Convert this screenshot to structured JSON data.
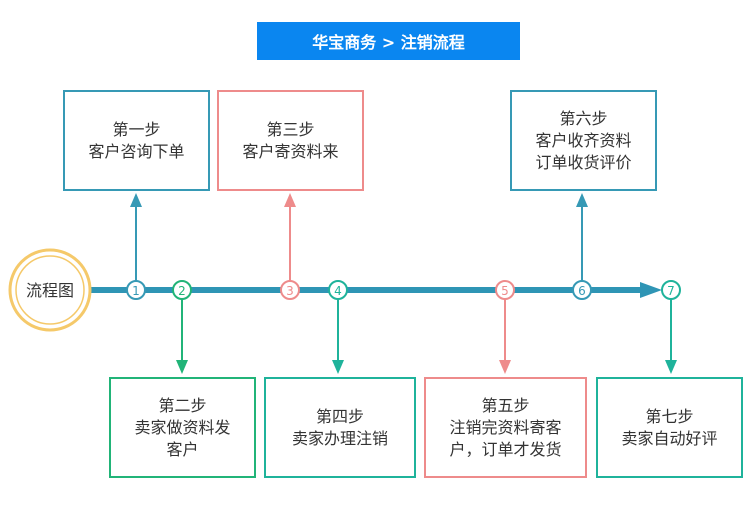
{
  "title": "华宝商务 > 注销流程",
  "start": {
    "label": "流程图"
  },
  "markers": [
    "1",
    "2",
    "3",
    "4",
    "5",
    "6",
    "7"
  ],
  "steps": [
    {
      "title": "第一步",
      "lines": [
        "客户咨询下单"
      ]
    },
    {
      "title": "第二步",
      "lines": [
        "卖家做资料发",
        "客户"
      ]
    },
    {
      "title": "第三步",
      "lines": [
        "客户寄资料来"
      ]
    },
    {
      "title": "第四步",
      "lines": [
        "卖家办理注销"
      ]
    },
    {
      "title": "第五步",
      "lines": [
        "注销完资料寄客",
        "户，订单才发货"
      ]
    },
    {
      "title": "第六步",
      "lines": [
        "客户收齐资料",
        "订单收货评价"
      ]
    },
    {
      "title": "第七步",
      "lines": [
        "卖家自动好评"
      ]
    }
  ],
  "colors": {
    "banner": "#0a86f0",
    "timeline": "#2f95b5",
    "blue": "#3699b5",
    "pink": "#ee8b8b",
    "green": "#21b478",
    "teal": "#1fb39b",
    "start_ring": "#f5c96a"
  }
}
